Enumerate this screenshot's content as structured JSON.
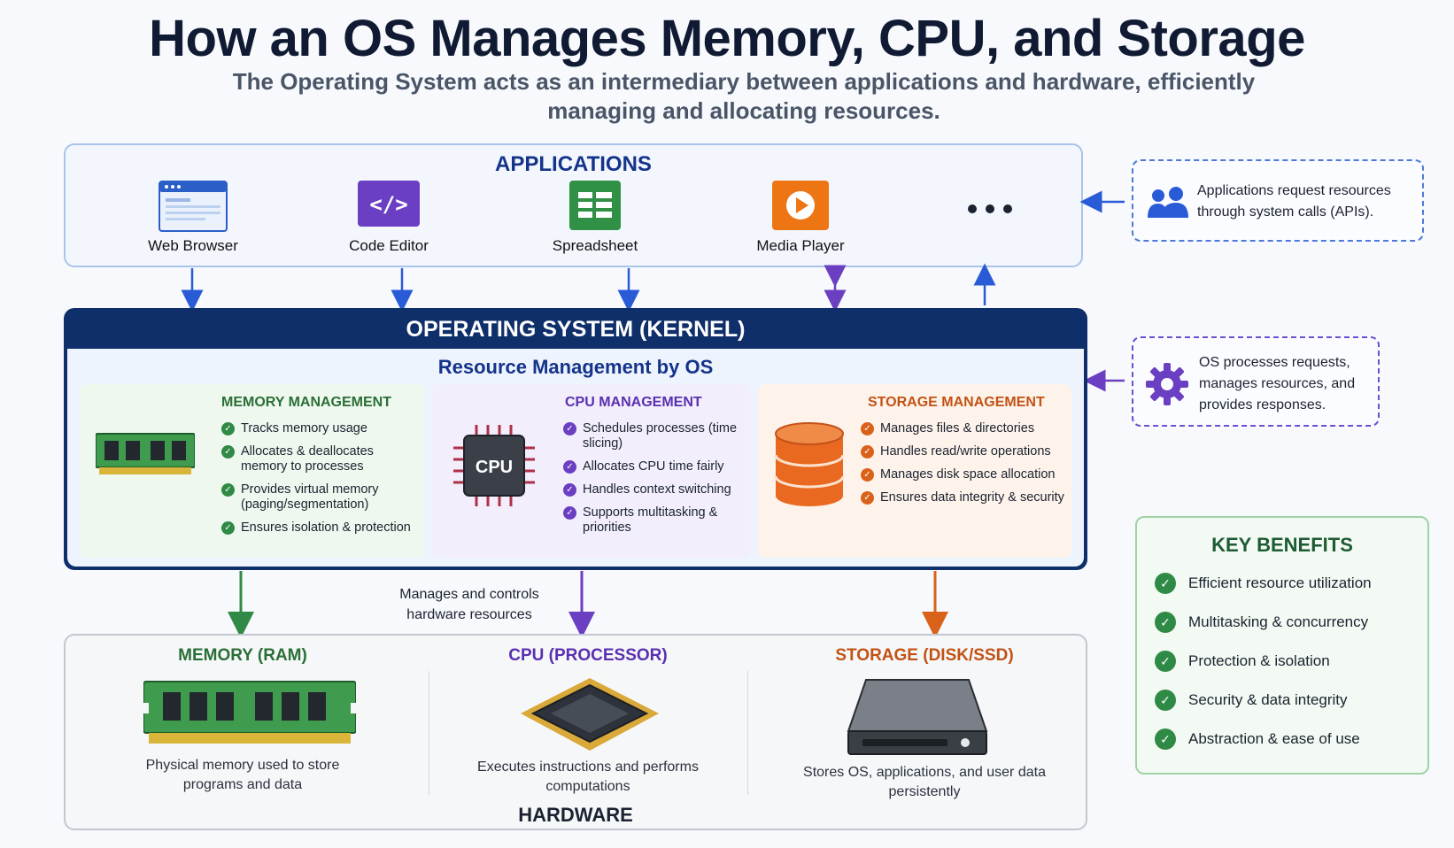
{
  "header": {
    "title": "How an OS Manages Memory, CPU, and Storage",
    "subtitle": "The Operating System acts as an intermediary between applications and hardware, efficiently managing and allocating resources."
  },
  "applications": {
    "title": "APPLICATIONS",
    "items": [
      {
        "label": "Web Browser",
        "icon": "browser-icon"
      },
      {
        "label": "Code Editor",
        "icon": "code-icon"
      },
      {
        "label": "Spreadsheet",
        "icon": "spreadsheet-icon"
      },
      {
        "label": "Media Player",
        "icon": "play-icon"
      }
    ],
    "more_icon": "ellipsis-icon"
  },
  "callouts": {
    "apps": "Applications request resources through system calls (APIs).",
    "os": "OS processes requests, manages resources, and provides responses."
  },
  "kernel": {
    "title": "OPERATING SYSTEM (KERNEL)",
    "resource_title": "Resource Management by OS",
    "memory": {
      "title": "MEMORY MANAGEMENT",
      "items": [
        "Tracks memory usage",
        "Allocates & deallocates memory to processes",
        "Provides virtual memory (paging/segmentation)",
        "Ensures isolation & protection"
      ]
    },
    "cpu": {
      "title": "CPU MANAGEMENT",
      "chip_label": "CPU",
      "items": [
        "Schedules processes (time slicing)",
        "Allocates CPU time fairly",
        "Handles context switching",
        "Supports multitasking & priorities"
      ]
    },
    "storage": {
      "title": "STORAGE MANAGEMENT",
      "items": [
        "Manages files & directories",
        "Handles read/write operations",
        "Manages disk space allocation",
        "Ensures data integrity & security"
      ]
    }
  },
  "mid_text": "Manages and controls hardware resources",
  "hardware": {
    "label": "HARDWARE",
    "memory": {
      "title": "MEMORY (RAM)",
      "desc": "Physical memory used to store programs and data"
    },
    "cpu": {
      "title": "CPU (PROCESSOR)",
      "desc": "Executes instructions and performs computations"
    },
    "storage": {
      "title": "STORAGE (DISK/SSD)",
      "desc": "Stores OS, applications, and user data persistently"
    }
  },
  "benefits": {
    "title": "KEY BENEFITS",
    "items": [
      "Efficient resource utilization",
      "Multitasking & concurrency",
      "Protection & isolation",
      "Security & data integrity",
      "Abstraction & ease of use"
    ]
  },
  "colors": {
    "memory": "#2f8a45",
    "cpu": "#6a3fc1",
    "storage": "#d9621a",
    "navy": "#0f2f6b",
    "blue": "#2a5bd7"
  }
}
